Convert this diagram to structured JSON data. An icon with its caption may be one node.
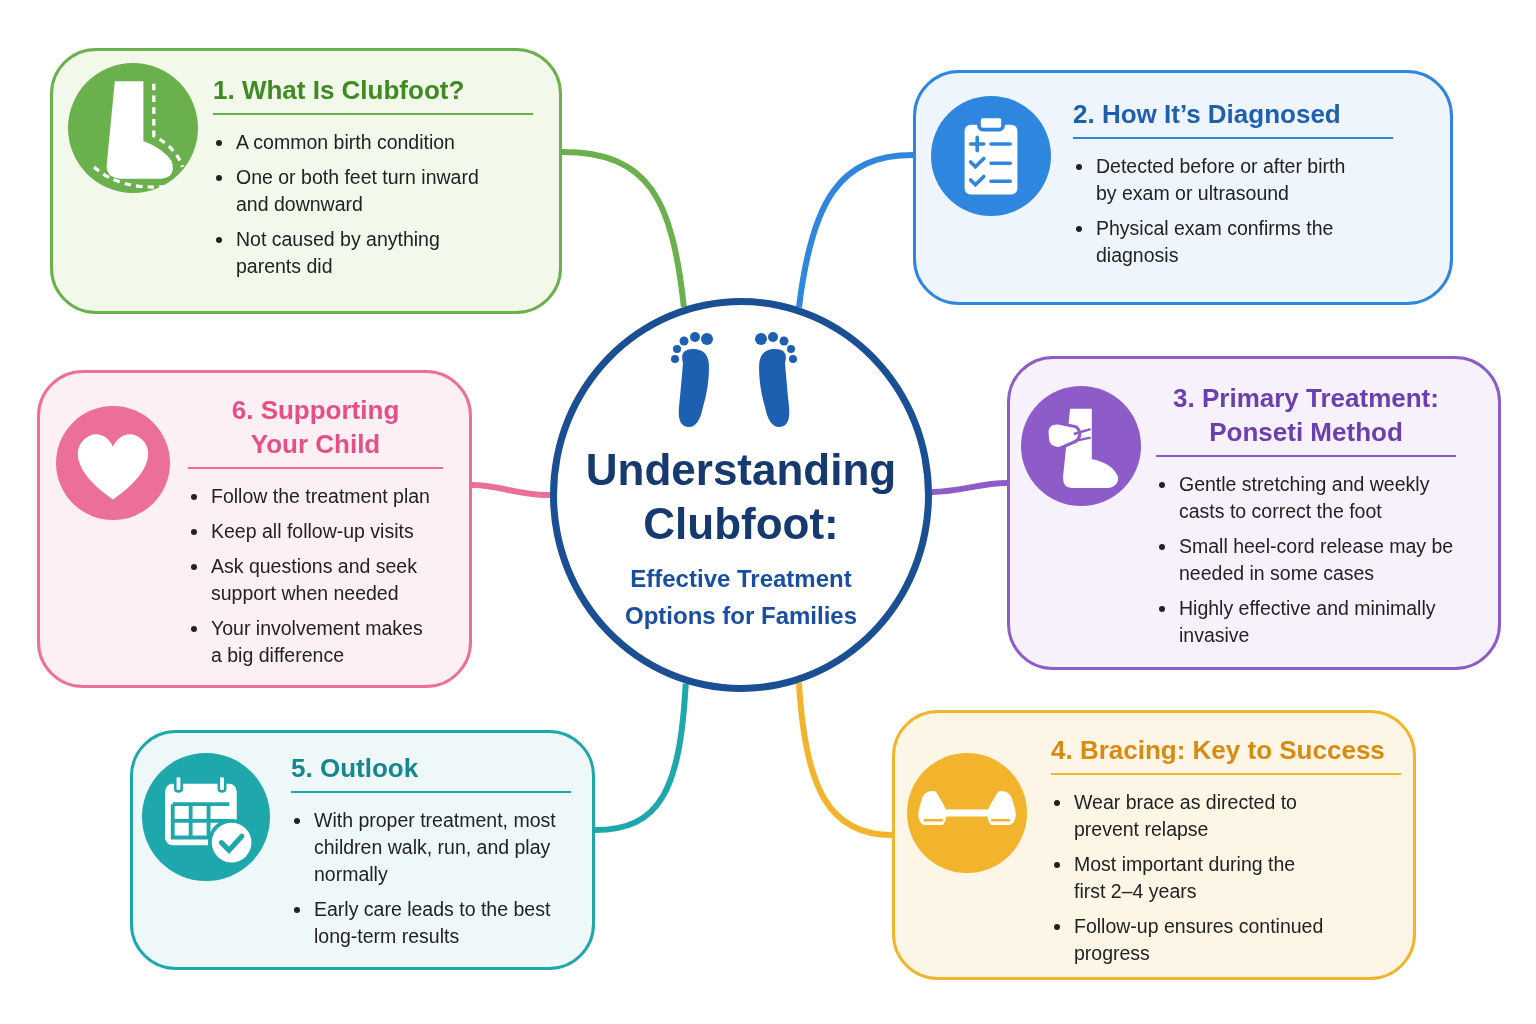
{
  "diagram": {
    "nodes": [
      {
        "text": [
          "1. What Is Clubfoot?",
          "A common birth condition",
          "One or both feet turn inward and downward",
          "Not caused by anything parents did"
        ]
      },
      {
        "text": [
          "2. How It’s Diagnosed",
          "Detected before or after birth by exam or ultrasound",
          "Physical exam confirms the diagnosis"
        ]
      },
      {
        "text": [
          "Understanding Clubfoot:",
          "Effective Treatment Options for Families"
        ]
      },
      {
        "text": [
          "6. Supporting Your Child",
          "Follow the treatment plan",
          "Keep all follow-up visits",
          "Ask questions and seek support when needed",
          "Your involvement makes a big difference"
        ]
      },
      {
        "text": [
          "3. Primary Treatment: Ponseti Method",
          "Gentle stretching and weekly casts to correct the foot",
          "Small heel-cord release may be needed in some cases",
          "Highly effective and minimally invasive"
        ]
      },
      {
        "text": [
          "5. Outlook",
          "With proper treatment, most children walk, run, and play normally",
          "Early care leads to the best long-term results"
        ]
      },
      {
        "text": [
          "4. Bracing: Key to Success",
          "Wear brace as directed to prevent relapse",
          "Most important during the first 2–4 years",
          "Follow-up ensures continued progress"
        ]
      }
    ],
    "edges": [
      {
        "from": 2,
        "to": 0,
        "arrow": "none",
        "color": "#6ab04c"
      },
      {
        "from": 2,
        "to": 1,
        "arrow": "none",
        "color": "#2e86de"
      },
      {
        "from": 2,
        "to": 3,
        "arrow": "none",
        "color": "#ec6f9a"
      },
      {
        "from": 2,
        "to": 4,
        "arrow": "none",
        "color": "#8e5cc8"
      },
      {
        "from": 2,
        "to": 5,
        "arrow": "none",
        "color": "#1fa8ac"
      },
      {
        "from": 2,
        "to": 6,
        "arrow": "none",
        "color": "#f2b42c"
      }
    ]
  }
}
